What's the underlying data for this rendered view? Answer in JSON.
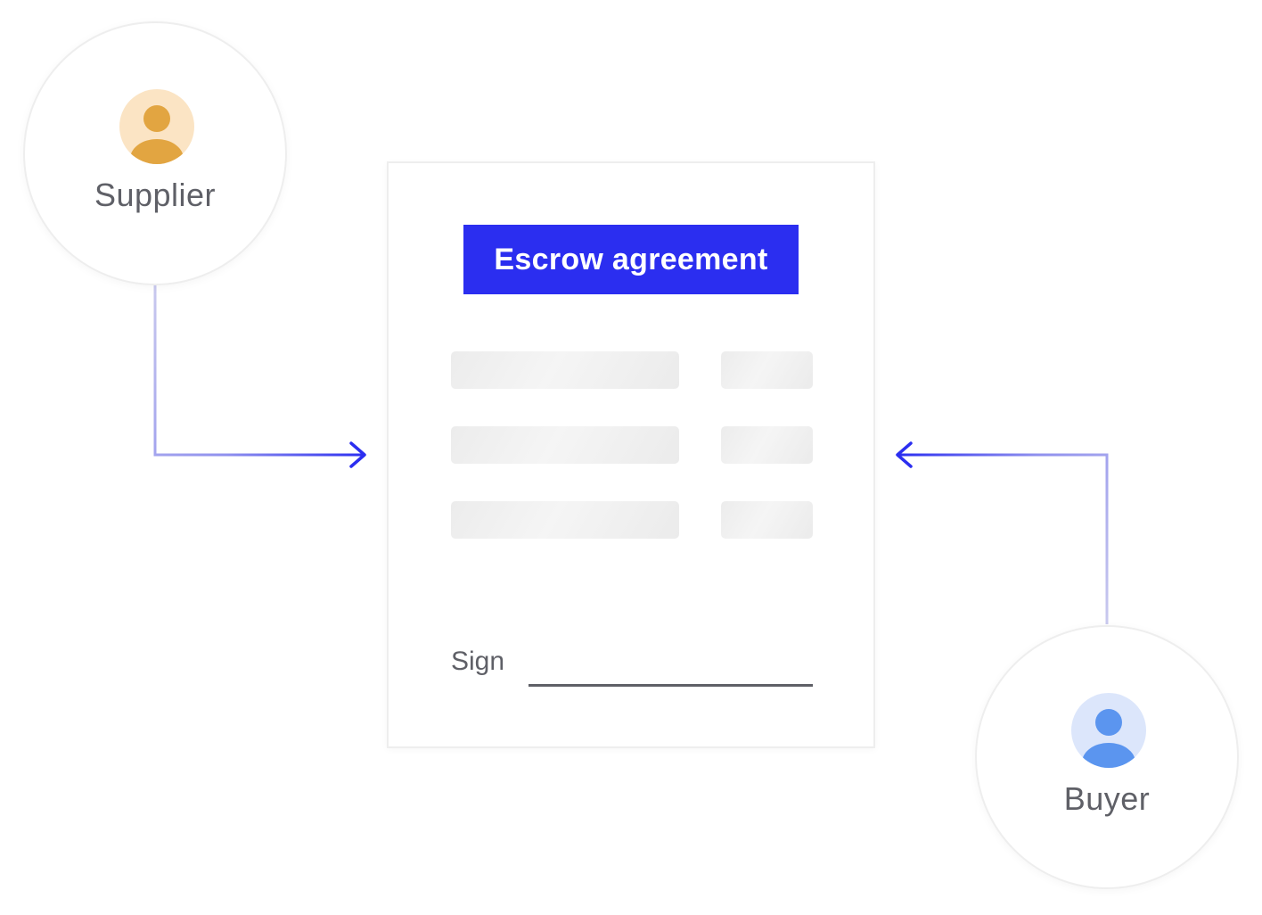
{
  "parties": {
    "supplier": {
      "label": "Supplier",
      "icon": "user-avatar-icon",
      "avatar_bg": "#fbe4c4",
      "avatar_fg": "#e2a541"
    },
    "buyer": {
      "label": "Buyer",
      "icon": "user-avatar-icon",
      "avatar_bg": "#dce6fb",
      "avatar_fg": "#5b95ef"
    }
  },
  "document": {
    "title": "Escrow agreement",
    "title_bg": "#2b2ef0",
    "field_rows": 3,
    "sign_label": "Sign"
  },
  "colors": {
    "accent": "#2b2ef0",
    "text": "#5f6067"
  }
}
